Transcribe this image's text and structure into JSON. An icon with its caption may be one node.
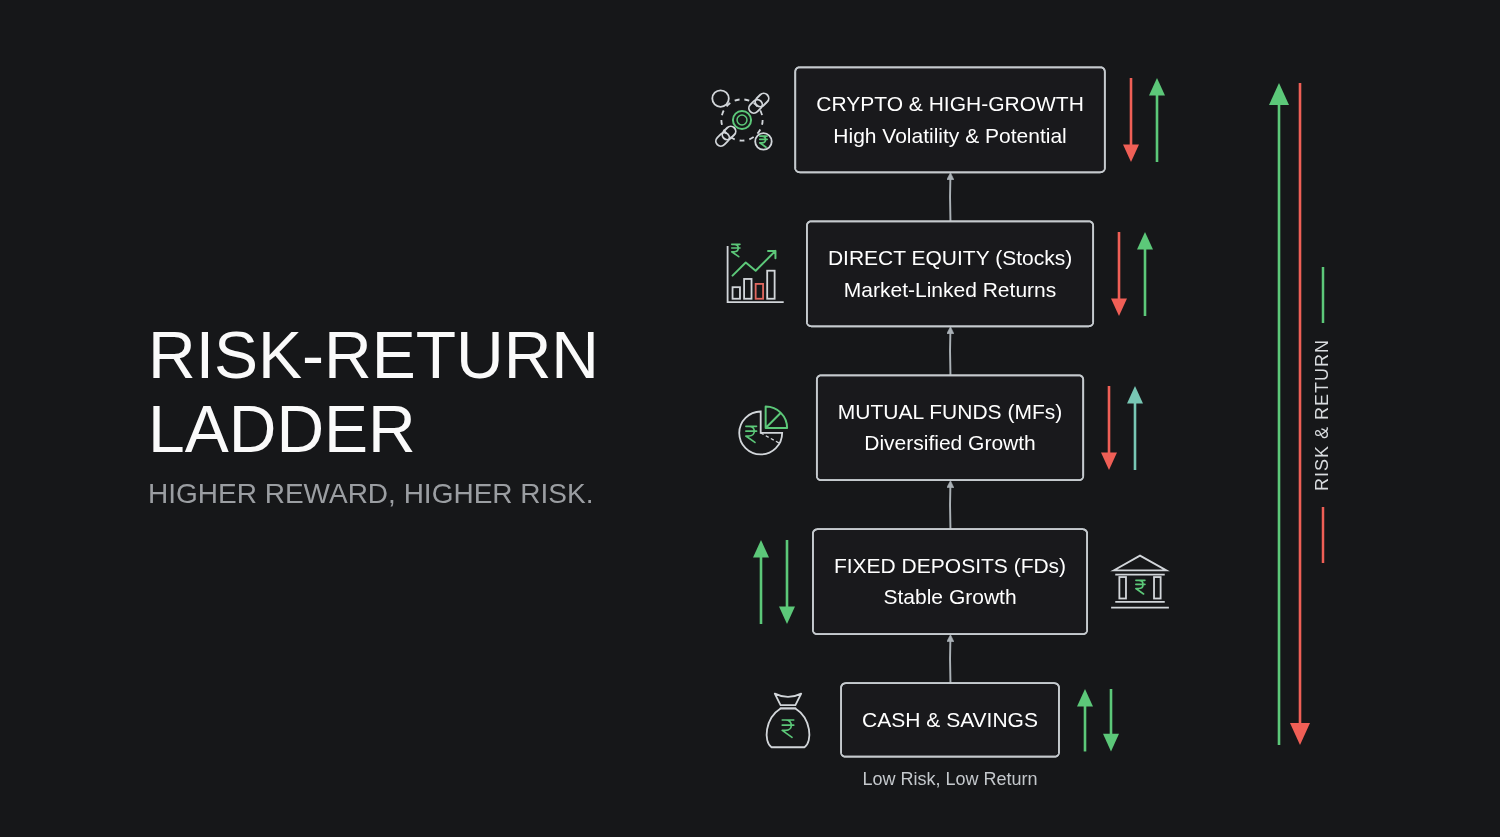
{
  "diagram": {
    "title": "RISK-RETURN LADDER",
    "nodes": [
      {
        "text": [
          "CRYPTO & HIGH-GROWTH",
          "High Volatility & Potential"
        ]
      },
      {
        "text": [
          "DIRECT EQUITY (Stocks)",
          "Market-Linked Returns"
        ]
      },
      {
        "text": [
          "MUTUAL FUNDS (MFs)",
          "Diversified Growth"
        ]
      },
      {
        "text": [
          "FIXED DEPOSITS (FDs)",
          "Stable Growth"
        ]
      },
      {
        "text": [
          "CASH & SAVINGS"
        ],
        "beside": [
          "Low Risk, Low Return"
        ]
      }
    ],
    "edges": [
      {
        "from": 4,
        "to": 3,
        "arrow": "to"
      },
      {
        "from": 3,
        "to": 2,
        "arrow": "to"
      },
      {
        "from": 2,
        "to": 1,
        "arrow": "to"
      },
      {
        "from": 1,
        "to": 0,
        "arrow": "to"
      }
    ],
    "labels": [
      "HIGHER REWARD, HIGHER RISK.",
      "RISK & RETURN"
    ]
  }
}
